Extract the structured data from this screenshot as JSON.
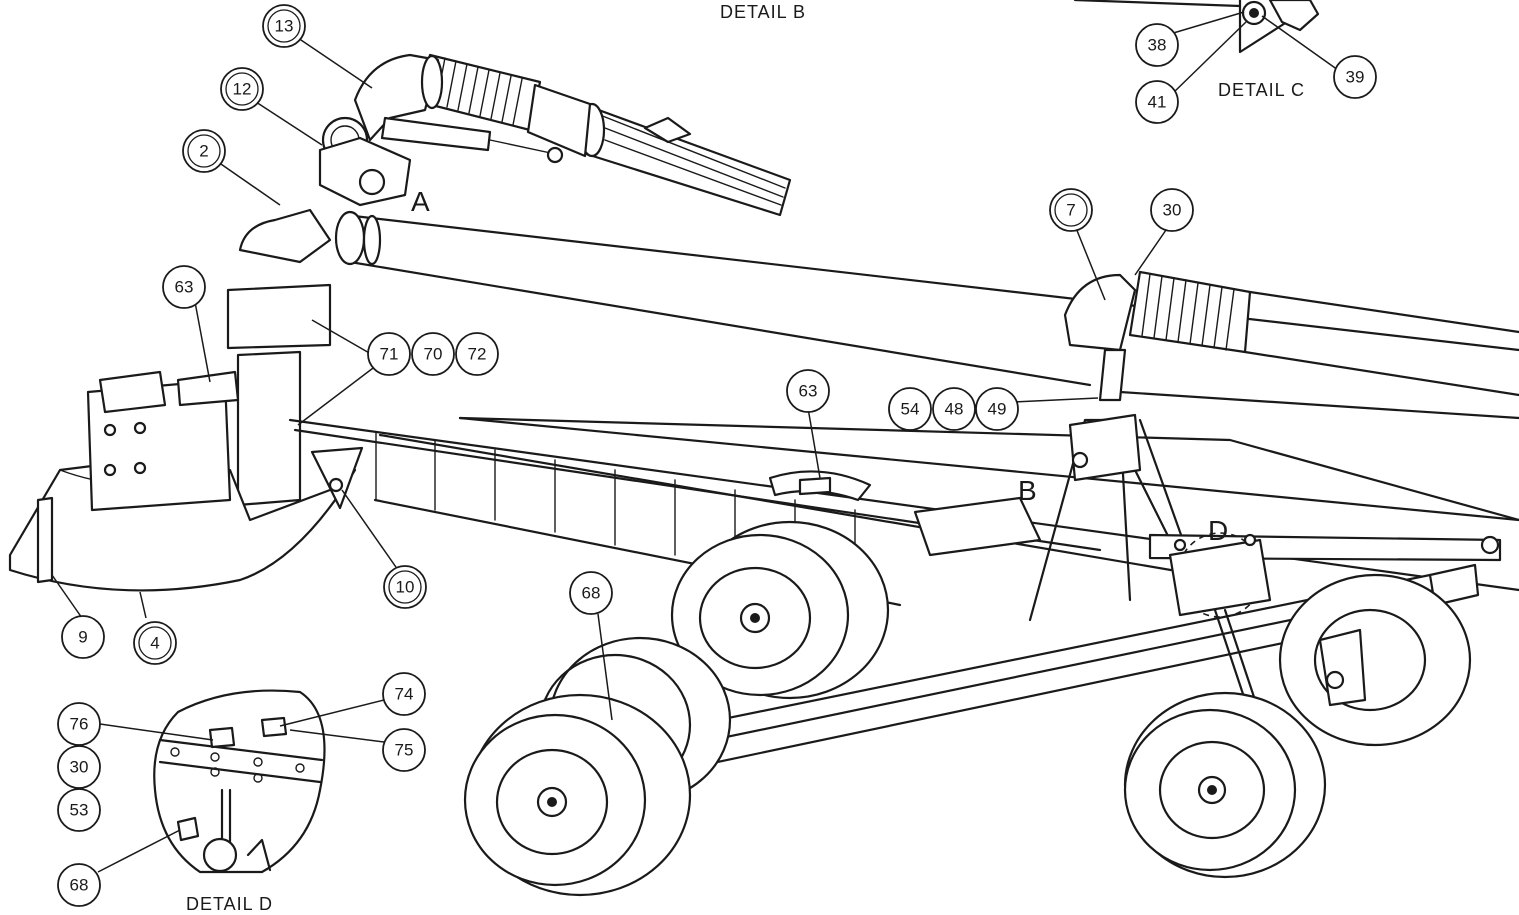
{
  "detail_captions": {
    "b": "DETAIL B",
    "c": "DETAIL C",
    "d": "DETAIL D"
  },
  "section_markers": {
    "a": "A",
    "b": "B",
    "d": "D"
  },
  "callouts": {
    "c13": "13",
    "c12": "12",
    "c2": "2",
    "c63_left": "63",
    "c71": "71",
    "c70": "70",
    "c72": "72",
    "c63_mid": "63",
    "c54": "54",
    "c48": "48",
    "c49": "49",
    "c7": "7",
    "c30_top": "30",
    "c38": "38",
    "c41": "41",
    "c39": "39",
    "c10": "10",
    "c9": "9",
    "c4": "4",
    "c68_mid": "68",
    "c76": "76",
    "c30_d": "30",
    "c53": "53",
    "c74": "74",
    "c75": "75",
    "c68_d": "68"
  }
}
